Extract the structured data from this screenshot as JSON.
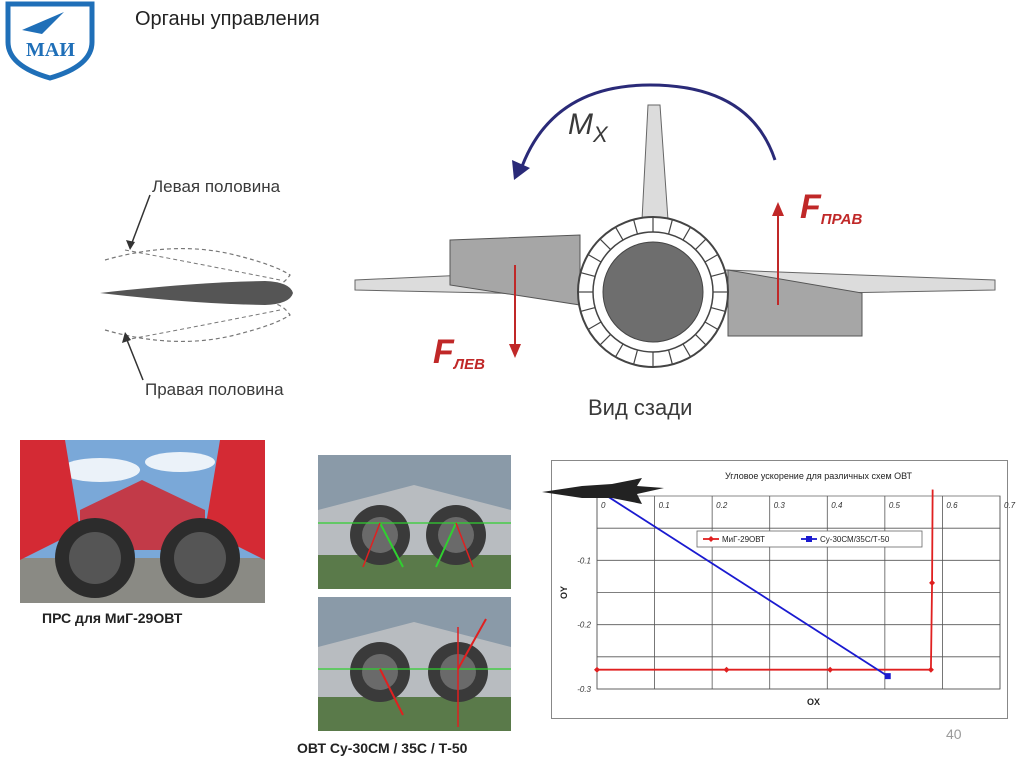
{
  "header": {
    "logo_text": "МАИ",
    "title": "Органы управления"
  },
  "diagram": {
    "label_left_half": "Левая половина",
    "label_right_half": "Правая половина",
    "moment_label": "M",
    "moment_subscript": "X",
    "force_right_label": "F",
    "force_right_subscript": "ПРАВ",
    "force_left_label": "F",
    "force_left_subscript": "ЛЕВ",
    "view_label": "Вид сзади"
  },
  "photos": {
    "mig_caption": "ПРС для МиГ-29ОВТ",
    "su_caption": "ОВТ Су-30СМ / 35С / Т-50"
  },
  "chart_data": {
    "type": "line",
    "title": "Угловое ускорение для различных схем ОВТ",
    "xlabel": "OX",
    "ylabel": "OY",
    "xlim": [
      0,
      0.7
    ],
    "ylim": [
      -0.3,
      0
    ],
    "x_ticks": [
      "0",
      "0.1",
      "0.2",
      "0.3",
      "0.4",
      "0.5",
      "0.6",
      "0.7"
    ],
    "y_ticks": [
      "-0.1",
      "-0.2",
      "-0.3"
    ],
    "legend_position": "top-right",
    "grid": true,
    "series": [
      {
        "name": "МиГ-29ОВТ",
        "color": "#e02020",
        "marker": "diamond",
        "points": [
          [
            0,
            -0.27
          ],
          [
            0.225,
            -0.27
          ],
          [
            0.405,
            -0.27
          ],
          [
            0.58,
            -0.27
          ],
          [
            0.582,
            -0.135
          ],
          [
            0.583,
            0.01
          ]
        ]
      },
      {
        "name": "Су-30СМ/35С/Т-50",
        "color": "#1a1ad0",
        "marker": "square",
        "points": [
          [
            0,
            0.01
          ],
          [
            0.505,
            -0.28
          ]
        ]
      }
    ]
  },
  "footer": {
    "page_number": "40"
  }
}
